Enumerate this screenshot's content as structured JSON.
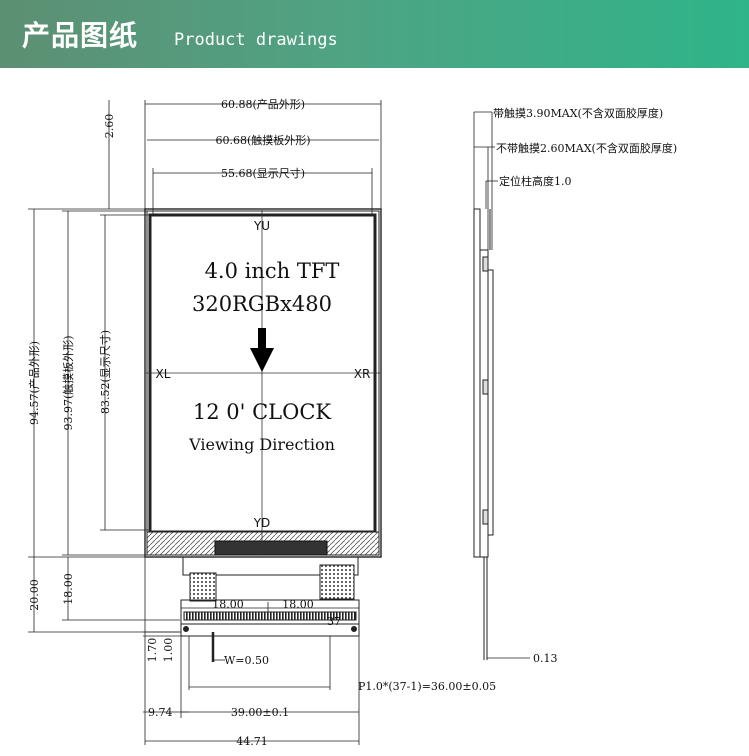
{
  "banner": {
    "title_zh": "产品图纸",
    "title_en": "Product drawings",
    "gradient_start": "#5d8f73",
    "gradient_end": "#2fb489"
  },
  "front": {
    "product_width": "60.88(产品外形)",
    "touch_width": "60.68(触摸板外形)",
    "display_width": "55.68(显示尺寸)",
    "top_offset": "2.60",
    "product_height": "94.57(产品外形)",
    "touch_height": "93.97(触摸板外形)",
    "display_height": "83.52(显示尺寸)",
    "label_yu": "YU",
    "label_yd": "YD",
    "label_xl": "XL",
    "label_xr": "XR",
    "size_text": "4.0 inch TFT",
    "resolution_text": "320RGBx480",
    "clock_text": "12 0' CLOCK",
    "viewing_text": "Viewing Direction"
  },
  "fpc": {
    "tail_length": "20.00",
    "tail_length_2": "18.00",
    "half_left": "18.00",
    "half_right": "18.00",
    "pin_end_label": "37",
    "pin_1_7": "1.70",
    "pin_1_0": "1.00",
    "pin_width": "W=0.50",
    "pitch": "P1.0*(37-1)=36.00±0.05",
    "left_offset": "9.74",
    "fpc_width": "39.00±0.1",
    "total_width": "44.71"
  },
  "side": {
    "thickness_touch": "带触摸3.90MAX(不含双面胶厚度)",
    "thickness_no_touch": "不带触摸2.60MAX(不含双面胶厚度)",
    "post_height": "定位柱高度1.0",
    "fpc_thickness": "0.13"
  }
}
